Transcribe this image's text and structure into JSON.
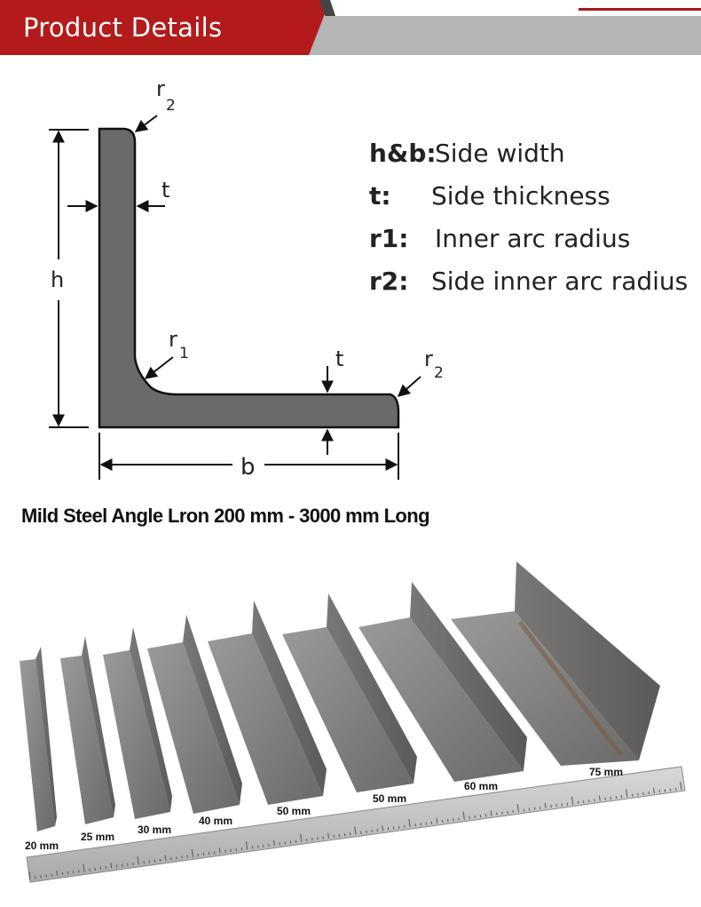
{
  "header": {
    "title": "Product Details",
    "colors": {
      "red": "#b31b1b",
      "gray": "#b5b5b5",
      "accent_line": "#a31a1a"
    }
  },
  "diagram": {
    "labels": {
      "h": "h",
      "b": "b",
      "t_vertical": "t",
      "t_horizontal": "t",
      "r1": "r",
      "r1_sub": "1",
      "r2_top": "r",
      "r2_top_sub": "2",
      "r2_end": "r",
      "r2_end_sub": "2"
    },
    "legend": [
      {
        "key": "h&b:",
        "desc": "Side width"
      },
      {
        "key": "t:",
        "desc": "Side thickness"
      },
      {
        "key": "r1:",
        "desc": "Inner arc radius"
      },
      {
        "key": "r2:",
        "desc": "Side inner arc radius"
      }
    ],
    "colors": {
      "profile_fill": "#6a6a6a",
      "outline": "#111111"
    }
  },
  "caption": "Mild Steel Angle Lron  200 mm - 3000 mm Long",
  "photo": {
    "size_labels": [
      "20 mm",
      "25 mm",
      "30 mm",
      "40 mm",
      "50 mm",
      "50 mm",
      "60 mm",
      "75 mm"
    ]
  }
}
